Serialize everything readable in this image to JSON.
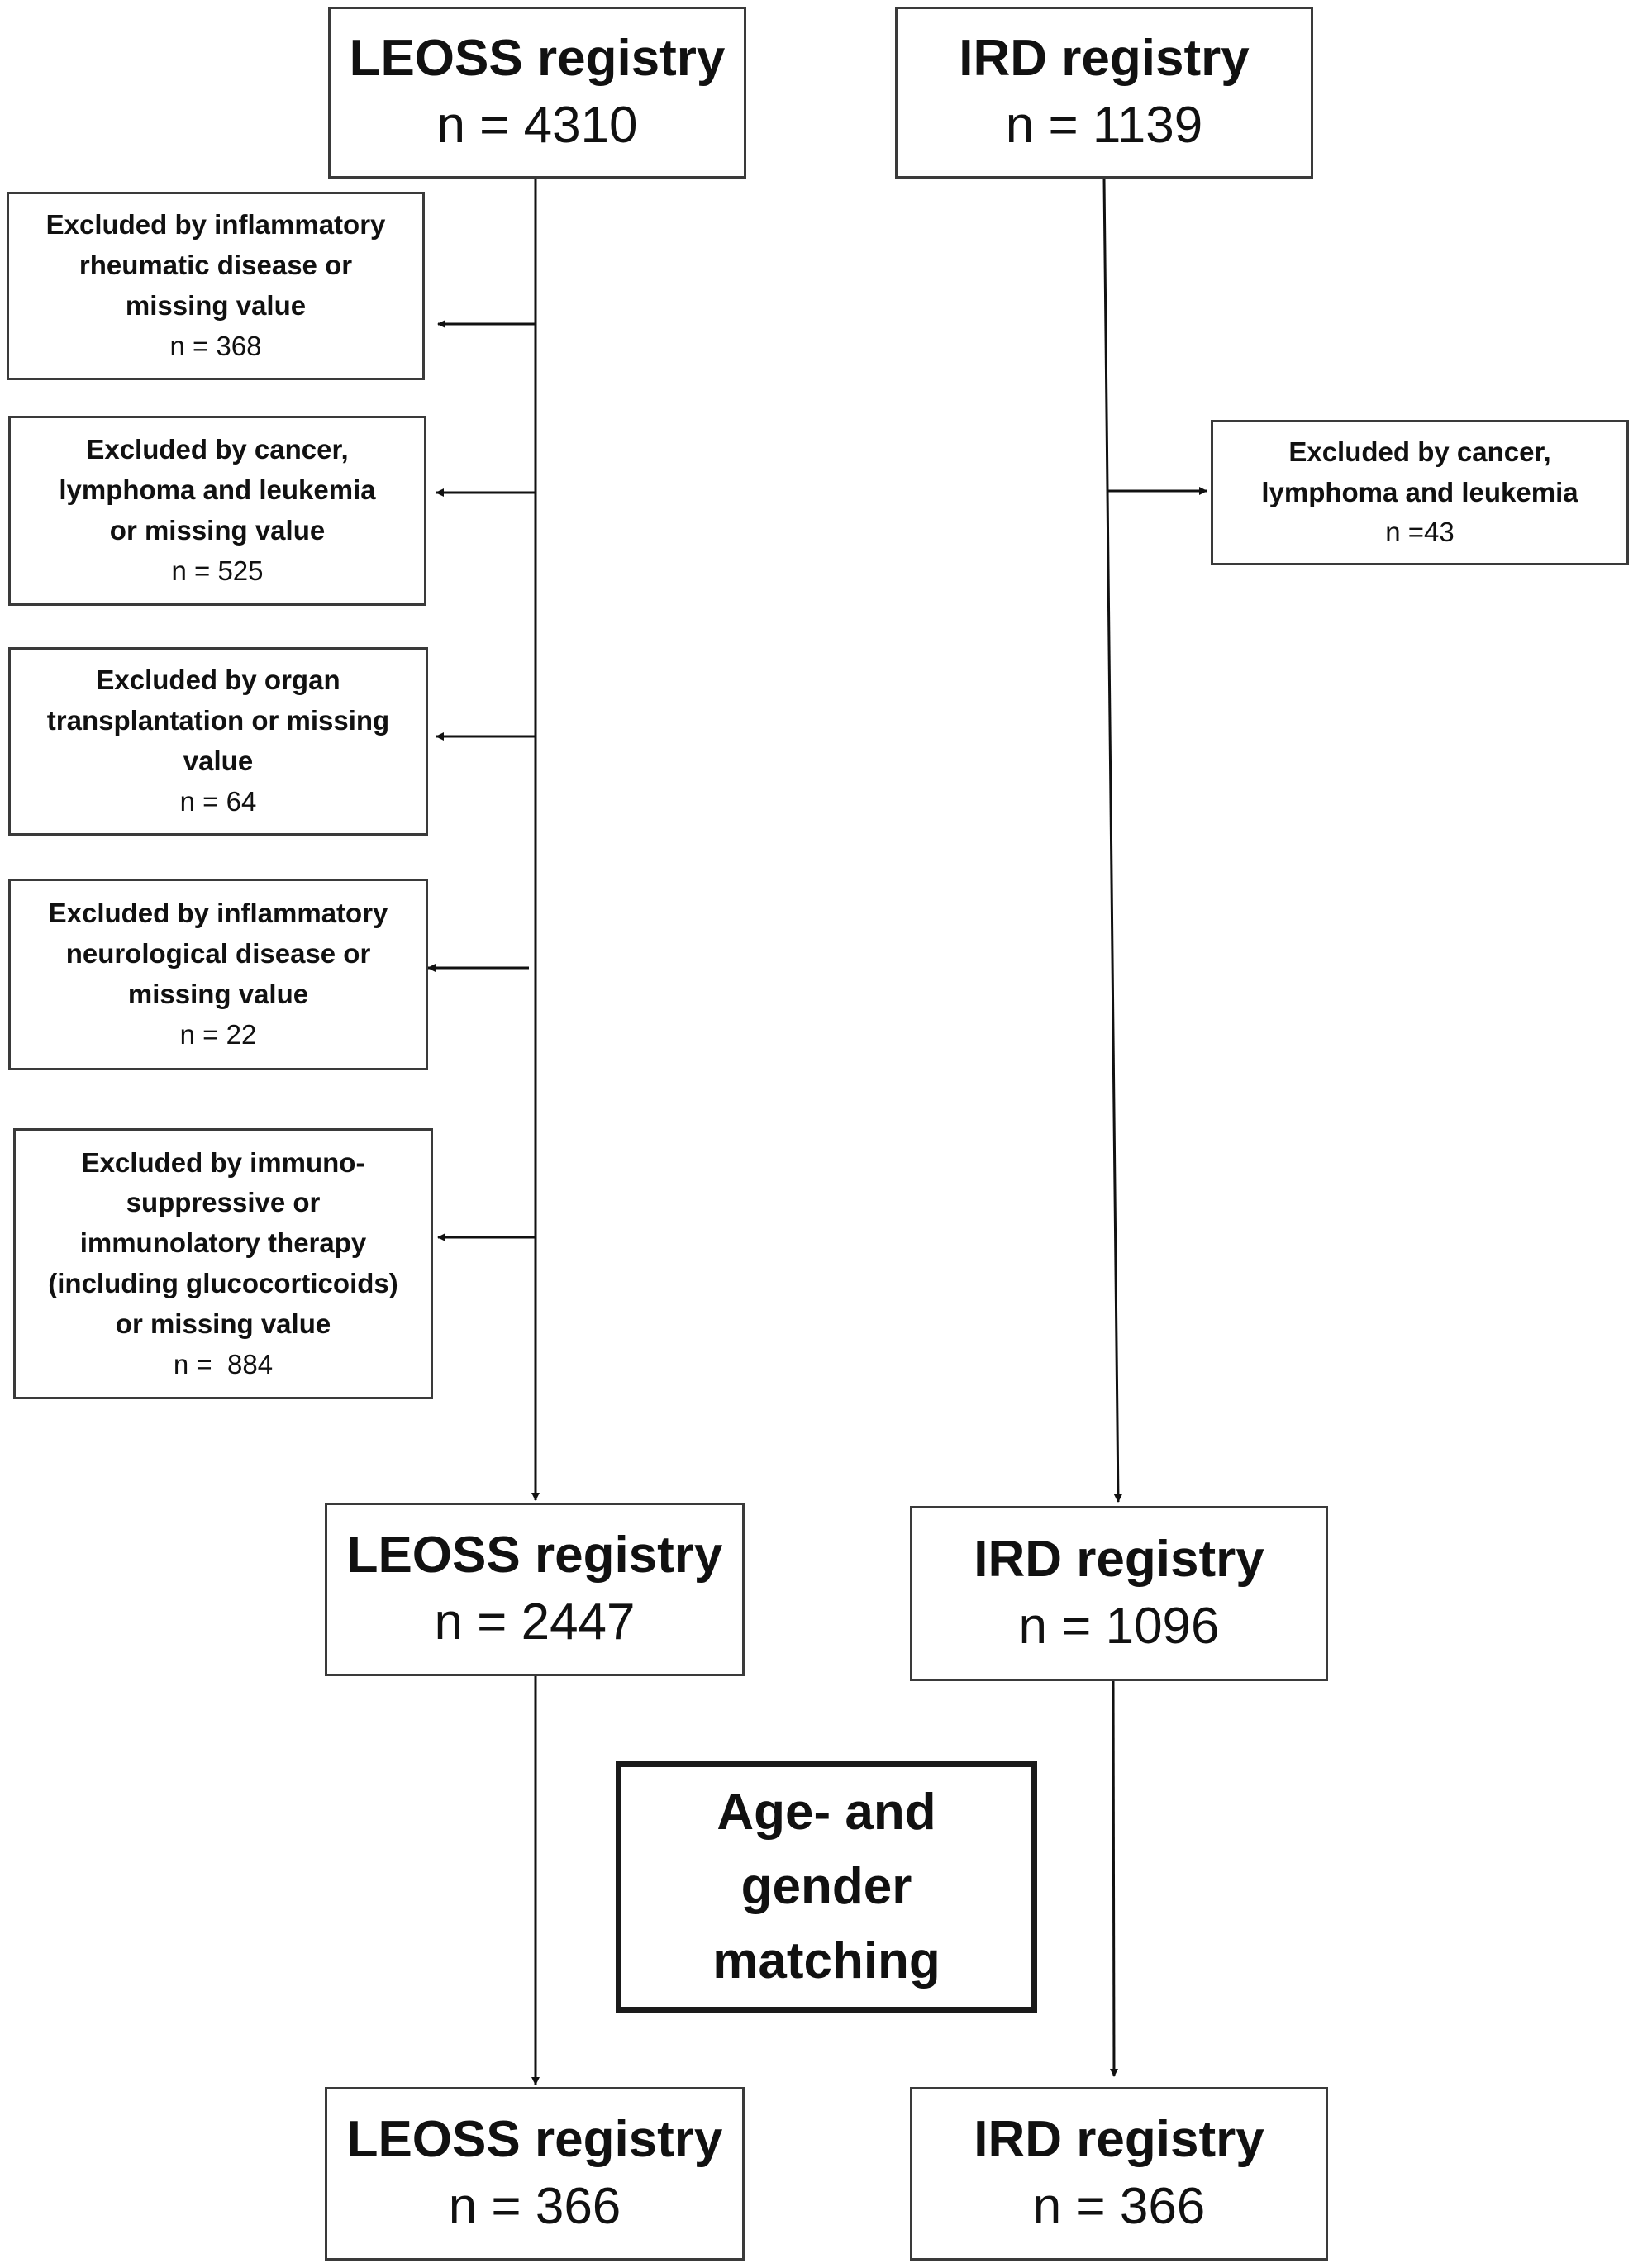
{
  "leoss_start": {
    "title": "LEOSS registry",
    "n": "n = 4310"
  },
  "ird_start": {
    "title": "IRD registry",
    "n": "n = 1139"
  },
  "leoss_exclusions": [
    {
      "lines": [
        "Excluded by inflammatory",
        "rheumatic disease or",
        "missing value"
      ],
      "n": "n = 368"
    },
    {
      "lines": [
        "Excluded by cancer,",
        "lymphoma and leukemia",
        "or missing value"
      ],
      "n": "n = 525"
    },
    {
      "lines": [
        "Excluded by organ",
        "transplantation or missing",
        "value"
      ],
      "n": "n = 64"
    },
    {
      "lines": [
        "Excluded by inflammatory",
        "neurological disease or",
        "missing value"
      ],
      "n": "n = 22"
    },
    {
      "lines": [
        "Excluded by immuno-",
        "suppressive or",
        "immunolatory therapy",
        "(including glucocorticoids)",
        "or missing value"
      ],
      "n": "n =  884"
    }
  ],
  "ird_exclusion": {
    "lines": [
      "Excluded by cancer,",
      "lymphoma and leukemia"
    ],
    "n": "n =43"
  },
  "leoss_mid": {
    "title": "LEOSS registry",
    "n": "n = 2447"
  },
  "ird_mid": {
    "title": "IRD registry",
    "n": "n = 1096"
  },
  "matching": {
    "lines": [
      "Age- and",
      "gender",
      "matching"
    ]
  },
  "leoss_final": {
    "title": "LEOSS registry",
    "n": "n = 366"
  },
  "ird_final": {
    "title": "IRD registry",
    "n": "n = 366"
  }
}
